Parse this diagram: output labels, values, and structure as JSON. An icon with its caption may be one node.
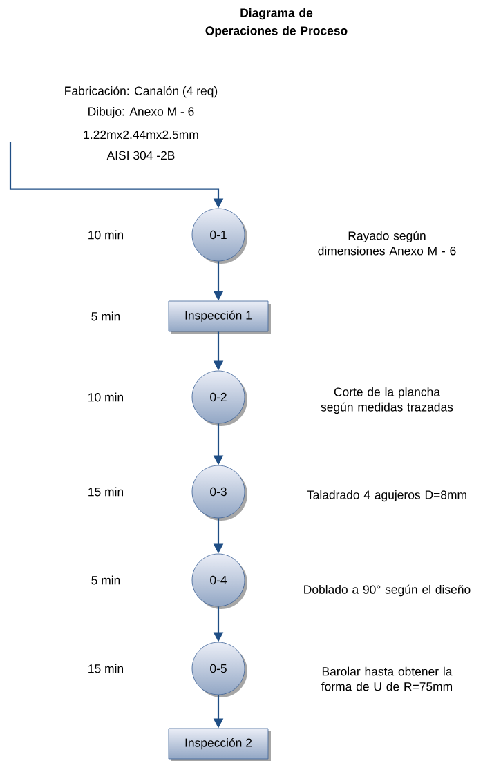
{
  "diagram": {
    "title": "Diagrama de Operaciones de Proceso",
    "nodes": [
      {
        "text": [
          "0-1"
        ]
      },
      {
        "text": [
          "Inspección 1"
        ]
      },
      {
        "text": [
          "0-2"
        ]
      },
      {
        "text": [
          "0-3"
        ]
      },
      {
        "text": [
          "0-4"
        ]
      },
      {
        "text": [
          "0-5"
        ]
      },
      {
        "text": [
          "Inspección 2"
        ]
      }
    ],
    "edges": [
      {
        "from": null,
        "to": 0,
        "arrow": "to"
      },
      {
        "from": 0,
        "to": 1,
        "arrow": "to"
      },
      {
        "from": 1,
        "to": 2,
        "arrow": "to"
      },
      {
        "from": 2,
        "to": 3,
        "arrow": "to"
      },
      {
        "from": 3,
        "to": 4,
        "arrow": "to"
      },
      {
        "from": 4,
        "to": 5,
        "arrow": "to"
      },
      {
        "from": 5,
        "to": 6,
        "arrow": "to"
      }
    ],
    "labels": [
      "Fabricación: Canalón (4 req)",
      "Dibujo: Anexo M - 6",
      "1.22mx2.44mx2.5mm",
      "AISI 304 -2B",
      "10 min",
      "Rayado según dimensiones Anexo M - 6",
      "5 min",
      "10 min",
      "Corte de la plancha según medidas trazadas",
      "15 min",
      "Taladrado 4 agujeros D=8mm",
      "5 min",
      "Doblado a 90° según el diseño",
      "15 min",
      "Barolar hasta obtener la forma de U de R=75mm"
    ]
  }
}
